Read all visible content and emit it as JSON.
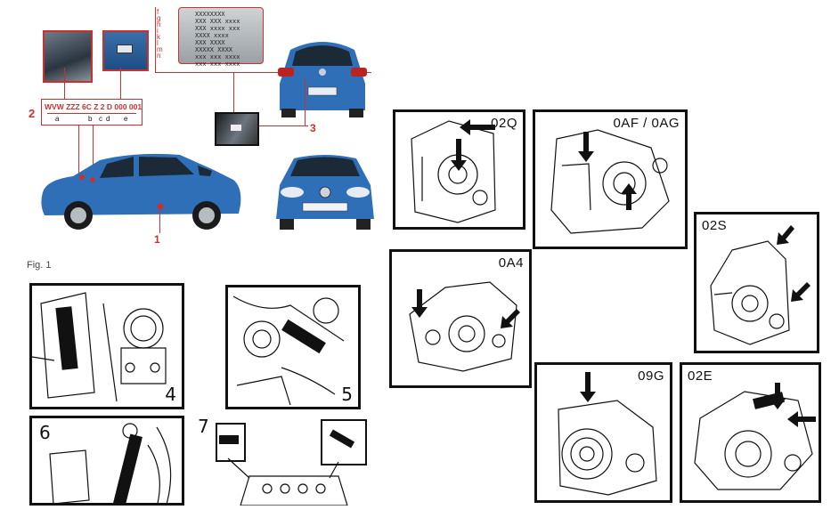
{
  "figure": {
    "caption": "Fig. 1",
    "vin_panel": {
      "vin_text": "WVW ZZZ 6C Z 2 D 000 001",
      "vin_letters": [
        "a",
        "b",
        "c",
        "d",
        "e"
      ],
      "callouts": [
        "1",
        "2",
        "3"
      ],
      "plate_letters": [
        "f",
        "g",
        "h",
        "i",
        "k",
        "l",
        "m",
        "n"
      ]
    },
    "engine_panels": [
      "4",
      "5",
      "6",
      "7"
    ]
  },
  "gearboxes": [
    {
      "code": "02Q"
    },
    {
      "code": "0AF / 0AG"
    },
    {
      "code": "02S"
    },
    {
      "code": "0A4"
    },
    {
      "code": "09G"
    },
    {
      "code": "02E"
    }
  ],
  "colors": {
    "car_blue": "#2f6fb8",
    "callout_red": "#c8312f"
  }
}
